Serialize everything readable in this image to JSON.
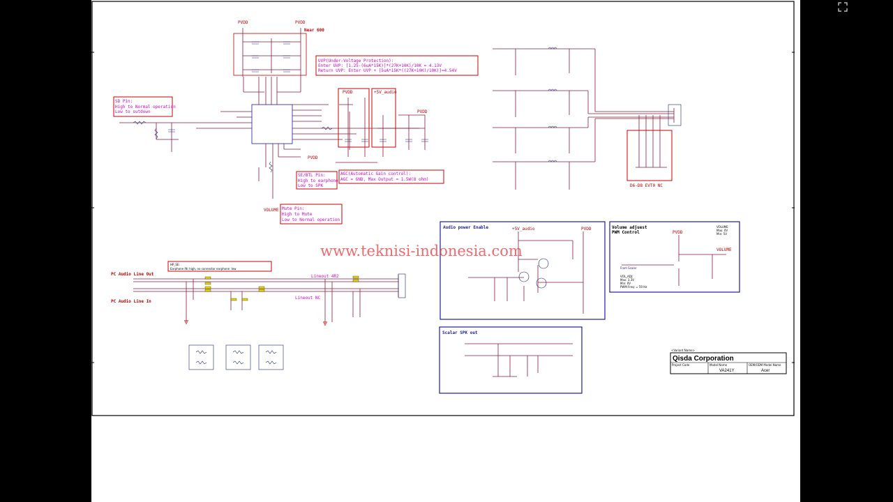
{
  "watermark": "www.teknisi-indonesia.com",
  "power_labels": {
    "pvdd": "PVDD",
    "plus5v_audio": "+5V_audio",
    "volume": "VOLUME"
  },
  "notes": {
    "near_600": "Near 600",
    "uvp": [
      "UVP(Under-Voltage Protection):",
      "Enter UVP: [1.25-(6uA*15K)]*(27K+10K)/10K = 4.13V",
      "Return UVP: Enter UVP + [5uA*15K*((27K+10K)/10K)]=4.54V"
    ],
    "sd_pin": [
      "SD Pin:",
      "High to Normal operation",
      "Low to sutdown"
    ],
    "se_btl_pin": [
      "SE/BTL Pin:",
      "High to earphone",
      "Low to SPK"
    ],
    "agc": [
      "AGC(Automatic Gain control):",
      "AGC = GND, Max Output = 1.5W(8 ohm)"
    ],
    "mute_pin": [
      "Mute Pin:",
      "High to Mute",
      "Low to Normal operation"
    ],
    "d6_d8": "D6-D8 EVT0 NC",
    "hp_se": [
      "HP_SE:",
      "Earphone  IN: high, no connector earphone :low"
    ],
    "lineout_4r2": "Lineout 4R2",
    "lineout_nc": "Lineout NC"
  },
  "sections": {
    "pc_audio_line_out": "PC Audio Line Out",
    "pc_audio_line_in": "PC Audio Line In",
    "audio_power_enable": "Audio power Enable",
    "volume_adjust": [
      "Volume adjuest",
      "PWM Control"
    ],
    "volume_specs": [
      "VOLUME",
      "Max: 0V",
      "Min: 5V"
    ],
    "vol_adj_specs": [
      "VOL_ADJ:",
      "Max: 3.3V",
      "Min: 0V",
      "PWM Freq: = 50 Hz"
    ],
    "from_scaler": "From Scaler",
    "scalar_spk_out": "Scalar SPK out"
  },
  "title_block": {
    "company": "Qisda Corporation",
    "project_code_label": "Project Code",
    "model_name_label": "Model Name",
    "model_name": "VA241Y",
    "odm_label": "OEM/ODM Model Name",
    "odm_name": "Acer",
    "variant_label": "<Variant Name>"
  },
  "colors": {
    "sheet": "#ffffff",
    "wire": "#8b1a3c",
    "note_border": "#cc0000",
    "note_text": "#d400c8",
    "section_border": "#1a1aa6",
    "net_label": "#c00000",
    "component": "#1a237e"
  },
  "icons": {
    "fullscreen": "fullscreen-icon"
  }
}
